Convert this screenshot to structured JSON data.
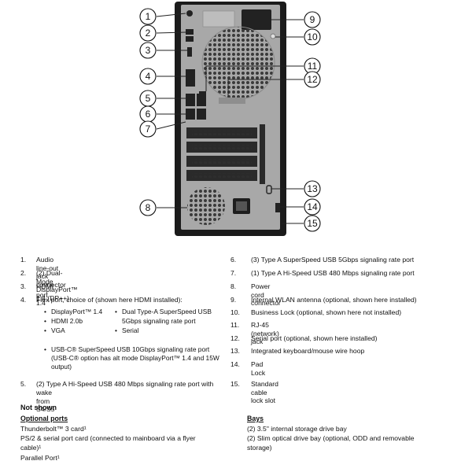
{
  "callouts": [
    "1",
    "2",
    "3",
    "4",
    "5",
    "6",
    "7",
    "8",
    "9",
    "10",
    "11",
    "12",
    "13",
    "14",
    "15"
  ],
  "features_left": [
    {
      "num": "1.",
      "text": "Audio line-out jack connector"
    },
    {
      "num": "2.",
      "text": "(2) Dual-Mode DisplayPort™ 1.4 (DP++)"
    },
    {
      "num": "3.",
      "text": "HDMI port 1.4"
    },
    {
      "num": "4.",
      "text": "Flex port, choice of (shown here HDMI installed):"
    },
    {
      "num": "5.",
      "text": "(2) Type A Hi-Speed USB 480 Mbps signaling rate port with",
      "text2": "wake from S4/S5"
    }
  ],
  "flex_options_col1": [
    "DisplayPort™ 1.4",
    "HDMI 2.0b",
    "VGA"
  ],
  "flex_options_col2": [
    "Dual Type-A SuperSpeed USB",
    "5Gbps signaling rate port",
    "Serial"
  ],
  "flex_usbc": [
    "USB-C® SuperSpeed USB 10Gbps signaling rate port",
    "(USB-C® option has alt mode DisplayPort™ 1.4 and 15W",
    "output)"
  ],
  "features_right": [
    {
      "num": "6.",
      "text": "(3) Type A SuperSpeed USB 5Gbps signaling rate port"
    },
    {
      "num": "7.",
      "text": "(1) Type A Hi-Speed USB 480 Mbps signaling rate port"
    },
    {
      "num": "8.",
      "text": "Power cord connector"
    },
    {
      "num": "9.",
      "text": "Internal WLAN antenna (optional, shown here installed)"
    },
    {
      "num": "10.",
      "text": "Business Lock (optional, shown here not installed)"
    },
    {
      "num": "11.",
      "text": "RJ-45 (network) jack"
    },
    {
      "num": "12.",
      "text": "Serial port (optional, shown here installed)"
    },
    {
      "num": "13.",
      "text": "Integrated keyboard/mouse wire hoop"
    },
    {
      "num": "14.",
      "text": "Pad Lock"
    },
    {
      "num": "15.",
      "text": "Standard cable lock slot"
    }
  ],
  "not_shown": {
    "title": "Not shown",
    "optional_head": "Optional ports",
    "optional_items": [
      "Thunderbolt™ 3 card¹",
      "PS/2 & serial port card (connected to mainboard via a flyer",
      "cable)¹",
      "Parallel Port¹"
    ],
    "bays_head": "Bays",
    "bays_items": [
      "(2) 3.5\" internal storage drive bay",
      "(2) Slim optical drive bay (optional, ODD and removable",
      "storage)"
    ]
  },
  "colors": {
    "chassis": "#1c1c1c",
    "panel": "#a9a9a9",
    "callout_line": "#222222"
  }
}
